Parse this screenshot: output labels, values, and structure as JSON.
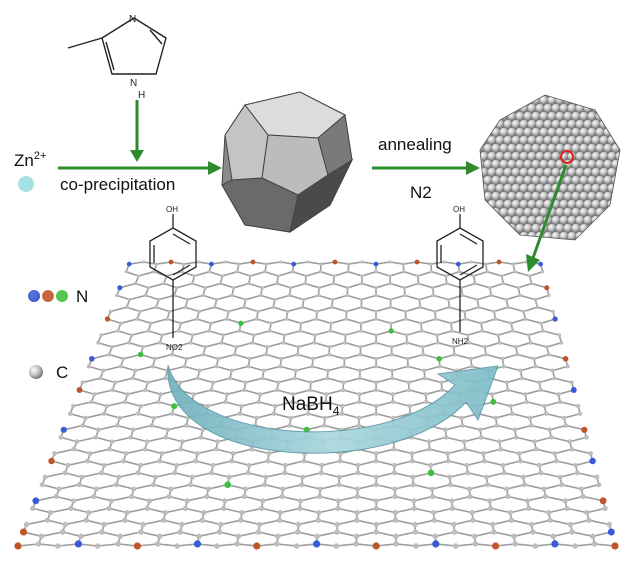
{
  "labels": {
    "zn_base": "Zn",
    "zn_charge": "2+",
    "co_precipitation": "co-precipitation",
    "annealing": "annealing",
    "n2": "N2",
    "nabh4_base": "NaBH",
    "nabh4_sub": "4",
    "legend_n": "N",
    "legend_c": "C",
    "imidazole_n": "N",
    "imidazole_h": "H",
    "reactant_oh": "OH",
    "reactant_no2": "NO2",
    "product_oh": "OH",
    "product_nh2": "NH2"
  },
  "colors": {
    "arrow_green": "#2e8b2e",
    "zn_dot": "#a8e0e6",
    "big_arrow_fill": "#8fc7d1",
    "carbon": "#bdbdbd",
    "n_blue": "#3a5bd9",
    "n_red": "#c0552a",
    "n_green": "#3fbf3f",
    "polyhedron_light": "#d4d4d4",
    "polyhedron_mid": "#9a9a9a",
    "polyhedron_dark": "#555555",
    "marker_red": "#e02020"
  }
}
